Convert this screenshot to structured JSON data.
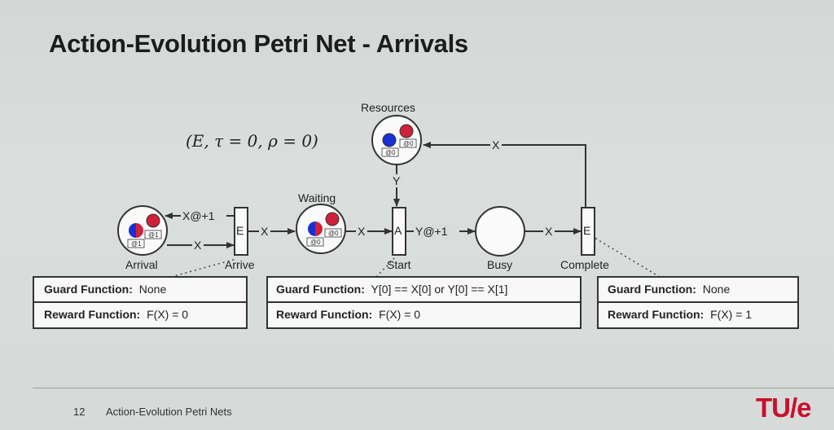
{
  "title": "Action-Evolution Petri Net - Arrivals",
  "state_label": "(E, τ = 0, ρ = 0)",
  "places": {
    "arrival": {
      "label": "Arrival",
      "tokens": [
        "@1",
        "@1"
      ]
    },
    "waiting": {
      "label": "Waiting",
      "tokens": [
        "@0",
        "@0"
      ]
    },
    "resources": {
      "label": "Resources",
      "tokens": [
        "@0",
        "@0"
      ]
    },
    "busy": {
      "label": "Busy"
    }
  },
  "transitions": {
    "arrive": {
      "label": "Arrive",
      "tag": "E"
    },
    "start": {
      "label": "Start",
      "tag": "A"
    },
    "complete": {
      "label": "Complete",
      "tag": "E"
    }
  },
  "arcs": {
    "arrive_to_arrival": "X@+1",
    "arrival_to_arrive": "X",
    "arrive_to_waiting": "X",
    "waiting_to_start": "X",
    "resources_to_start": "Y",
    "start_to_busy": "Y@+1",
    "busy_to_complete": "X",
    "complete_to_resources": "X"
  },
  "functions": {
    "arrive": {
      "guard_label": "Guard Function:",
      "guard_value": "None",
      "reward_label": "Reward Function:",
      "reward_value": "F(X) = 0"
    },
    "start": {
      "guard_label": "Guard Function:",
      "guard_value": "Y[0] == X[0] or Y[0] == X[1]",
      "reward_label": "Reward Function:",
      "reward_value": "F(X) = 0"
    },
    "complete": {
      "guard_label": "Guard Function:",
      "guard_value": "None",
      "reward_label": "Reward Function:",
      "reward_value": "F(X) = 1"
    }
  },
  "footer": {
    "page_number": "12",
    "text": "Action-Evolution Petri Nets",
    "logo": "TU/e"
  },
  "colors": {
    "token_red": "#d0213a",
    "token_blue": "#1b2fd6",
    "logo_red": "#c8102e"
  }
}
